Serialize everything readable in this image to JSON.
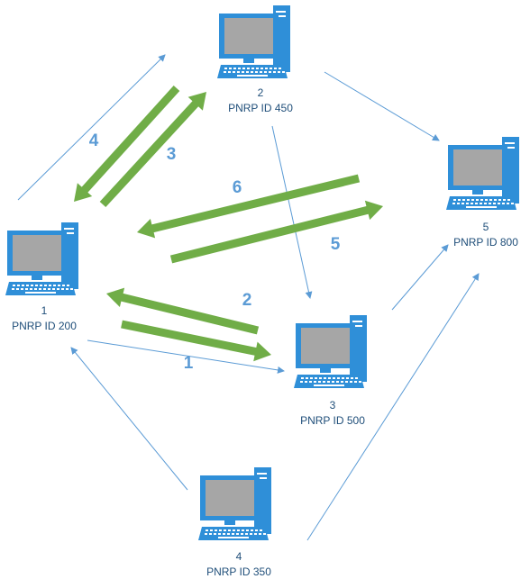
{
  "colors": {
    "computer": "#2f8fd8",
    "screen": "#a6a6a6",
    "connector": "#5b9bd5",
    "message": "#70ad47",
    "label": "#1f4e79",
    "step": "#5b9bd5"
  },
  "nodes": [
    {
      "id": "1",
      "number": "1",
      "label": "PNRP ID 200",
      "icon": "desktop-computer-icon"
    },
    {
      "id": "2",
      "number": "2",
      "label": "PNRP ID 450",
      "icon": "desktop-computer-icon"
    },
    {
      "id": "3",
      "number": "3",
      "label": "PNRP ID 500",
      "icon": "desktop-computer-icon"
    },
    {
      "id": "4",
      "number": "4",
      "label": "PNRP ID 350",
      "icon": "desktop-computer-icon"
    },
    {
      "id": "5",
      "number": "5",
      "label": "PNRP ID 800",
      "icon": "desktop-computer-icon"
    }
  ],
  "connections": [
    {
      "from": "1",
      "to": "2"
    },
    {
      "from": "2",
      "to": "3"
    },
    {
      "from": "2",
      "to": "5"
    },
    {
      "from": "1",
      "to": "3"
    },
    {
      "from": "3",
      "to": "5"
    },
    {
      "from": "4",
      "to": "1"
    },
    {
      "from": "4",
      "to": "5"
    }
  ],
  "messages": [
    {
      "step": "1",
      "from": "1",
      "to": "3"
    },
    {
      "step": "2",
      "from": "3",
      "to": "1"
    },
    {
      "step": "3",
      "from": "1",
      "to": "2"
    },
    {
      "step": "4",
      "from": "2",
      "to": "1"
    },
    {
      "step": "5",
      "from": "1",
      "to": "5"
    },
    {
      "step": "6",
      "from": "5",
      "to": "1"
    }
  ]
}
